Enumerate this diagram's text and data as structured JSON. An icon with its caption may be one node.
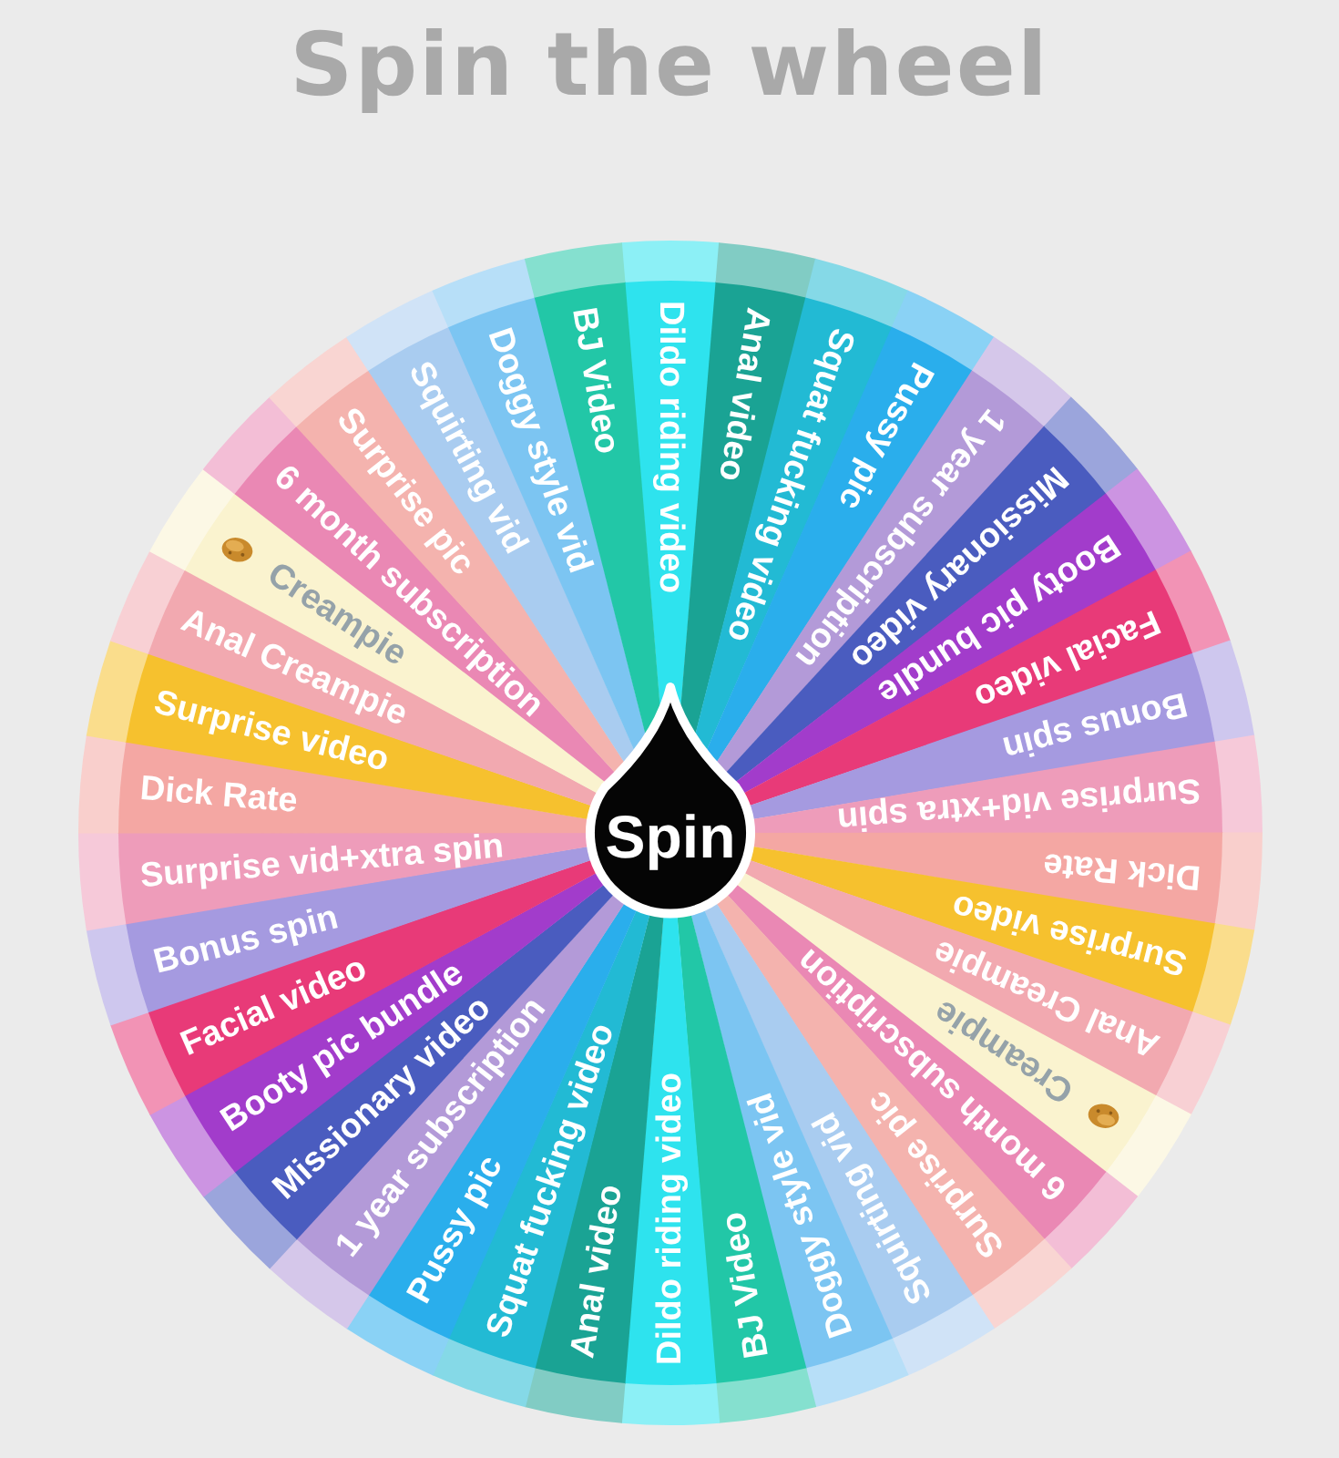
{
  "diagram": {
    "title": "Spin the wheel",
    "nodes": [
      {
        "text": [
          "Dildo riding video"
        ]
      },
      {
        "text": [
          "Anal video"
        ]
      },
      {
        "text": [
          "Squat fucking video"
        ]
      },
      {
        "text": [
          "Pussy pic"
        ]
      },
      {
        "text": [
          "1 year subscription"
        ]
      },
      {
        "text": [
          "Missionary video"
        ]
      },
      {
        "text": [
          "Booty pic bundle"
        ]
      },
      {
        "text": [
          "Facial video"
        ]
      },
      {
        "text": [
          "Bonus spin"
        ]
      },
      {
        "text": [
          "Surprise vid+xtra spin"
        ]
      },
      {
        "text": [
          "Dick Rate"
        ]
      },
      {
        "text": [
          "Surprise video"
        ]
      },
      {
        "text": [
          "Anal Creampie"
        ]
      },
      {
        "text": [
          "Creampie"
        ]
      },
      {
        "text": [
          "6 month subscription"
        ]
      },
      {
        "text": [
          "Surprise pic"
        ]
      },
      {
        "text": [
          "Squirting vid"
        ]
      },
      {
        "text": [
          "Doggy style vid"
        ]
      },
      {
        "text": [
          "BJ Video"
        ]
      },
      {
        "text": [
          "Dildo riding video"
        ]
      },
      {
        "text": [
          "Anal video"
        ]
      },
      {
        "text": [
          "Squat fucking video"
        ]
      },
      {
        "text": [
          "Pussy pic"
        ]
      },
      {
        "text": [
          "1 year subscription"
        ]
      },
      {
        "text": [
          "Missionary video"
        ]
      },
      {
        "text": [
          "Booty pic bundle"
        ]
      },
      {
        "text": [
          "Facial video"
        ]
      },
      {
        "text": [
          "Bonus spin"
        ]
      },
      {
        "text": [
          "Surprise vid+xtra spin"
        ]
      },
      {
        "text": [
          "Dick Rate"
        ]
      },
      {
        "text": [
          "Surprise video"
        ]
      },
      {
        "text": [
          "Anal Creampie"
        ]
      },
      {
        "text": [
          "Creampie"
        ]
      },
      {
        "text": [
          "6 month subscription"
        ]
      },
      {
        "text": [
          "Surprise pic"
        ]
      },
      {
        "text": [
          "Squirting vid"
        ]
      },
      {
        "text": [
          "Doggy style vid"
        ]
      },
      {
        "text": [
          "BJ Video"
        ]
      },
      {
        "text": [
          "Spin"
        ]
      }
    ]
  }
}
